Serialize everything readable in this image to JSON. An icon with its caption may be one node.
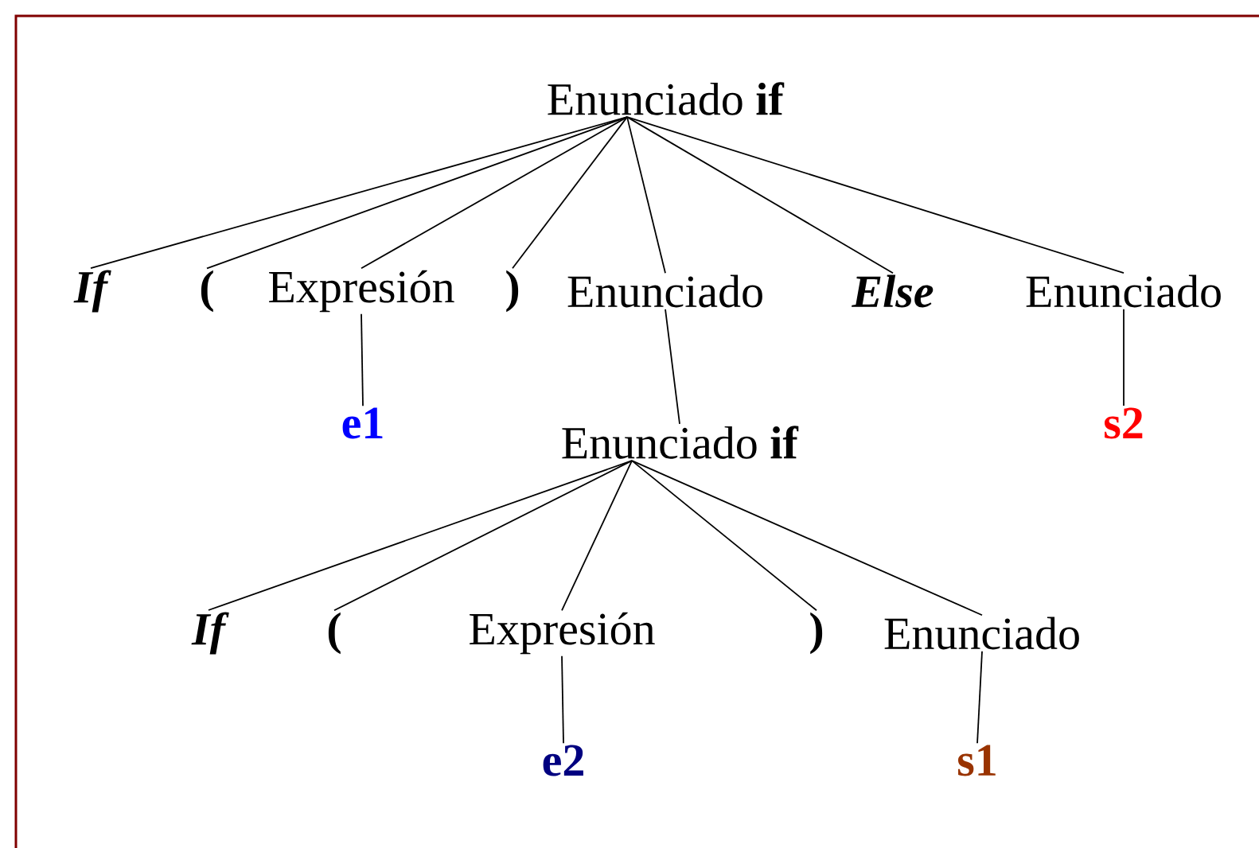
{
  "diagram": {
    "nodes": [
      {
        "text": [
          "Enunciado **if**"
        ]
      },
      {
        "text": [
          "If"
        ]
      },
      {
        "text": [
          "("
        ]
      },
      {
        "text": [
          "Expresión"
        ]
      },
      {
        "text": [
          ")"
        ]
      },
      {
        "text": [
          "Enunciado"
        ]
      },
      {
        "text": [
          "Else"
        ]
      },
      {
        "text": [
          "Enunciado"
        ]
      },
      {
        "text": [
          "e1"
        ]
      },
      {
        "text": [
          "Enunciado **if**"
        ]
      },
      {
        "text": [
          "s2"
        ]
      },
      {
        "text": [
          "If"
        ]
      },
      {
        "text": [
          "("
        ]
      },
      {
        "text": [
          "Expresión"
        ]
      },
      {
        "text": [
          ")"
        ]
      },
      {
        "text": [
          "Enunciado"
        ]
      },
      {
        "text": [
          "e2"
        ]
      },
      {
        "text": [
          "s1"
        ]
      }
    ],
    "edges": [
      {
        "from": 0,
        "to": 1,
        "arrow": "none"
      },
      {
        "from": 0,
        "to": 2,
        "arrow": "none"
      },
      {
        "from": 0,
        "to": 3,
        "arrow": "none"
      },
      {
        "from": 0,
        "to": 4,
        "arrow": "none"
      },
      {
        "from": 0,
        "to": 5,
        "arrow": "none"
      },
      {
        "from": 0,
        "to": 6,
        "arrow": "none"
      },
      {
        "from": 0,
        "to": 7,
        "arrow": "none"
      },
      {
        "from": 3,
        "to": 8,
        "arrow": "none"
      },
      {
        "from": 5,
        "to": 9,
        "arrow": "none"
      },
      {
        "from": 7,
        "to": 10,
        "arrow": "none"
      },
      {
        "from": 9,
        "to": 11,
        "arrow": "none"
      },
      {
        "from": 9,
        "to": 12,
        "arrow": "none"
      },
      {
        "from": 9,
        "to": 13,
        "arrow": "none"
      },
      {
        "from": 9,
        "to": 14,
        "arrow": "none"
      },
      {
        "from": 9,
        "to": 15,
        "arrow": "none"
      },
      {
        "from": 13,
        "to": 16,
        "arrow": "none"
      },
      {
        "from": 15,
        "to": 17,
        "arrow": "none"
      }
    ]
  }
}
